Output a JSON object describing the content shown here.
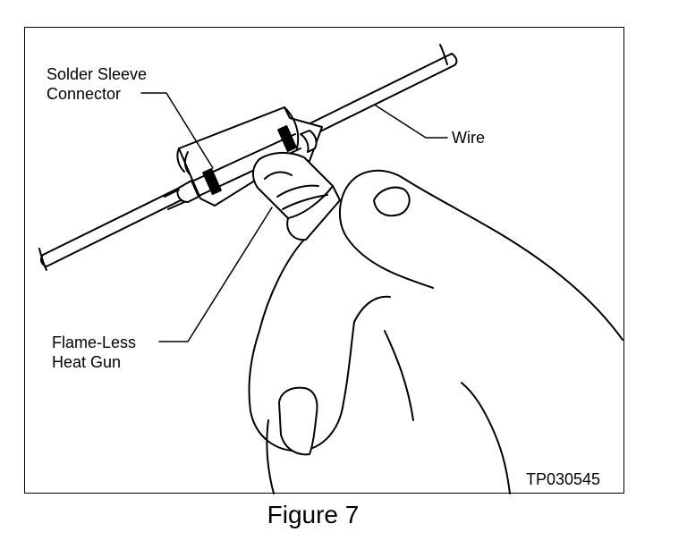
{
  "figure": {
    "caption": "Figure 7",
    "code": "TP030545"
  },
  "labels": {
    "connector_line1": "Solder Sleeve",
    "connector_line2": "Connector",
    "wire": "Wire",
    "gun_line1": "Flame-Less",
    "gun_line2": "Heat Gun"
  },
  "icons": [
    "wire",
    "solder-sleeve-connector",
    "heat-gun",
    "hand"
  ]
}
